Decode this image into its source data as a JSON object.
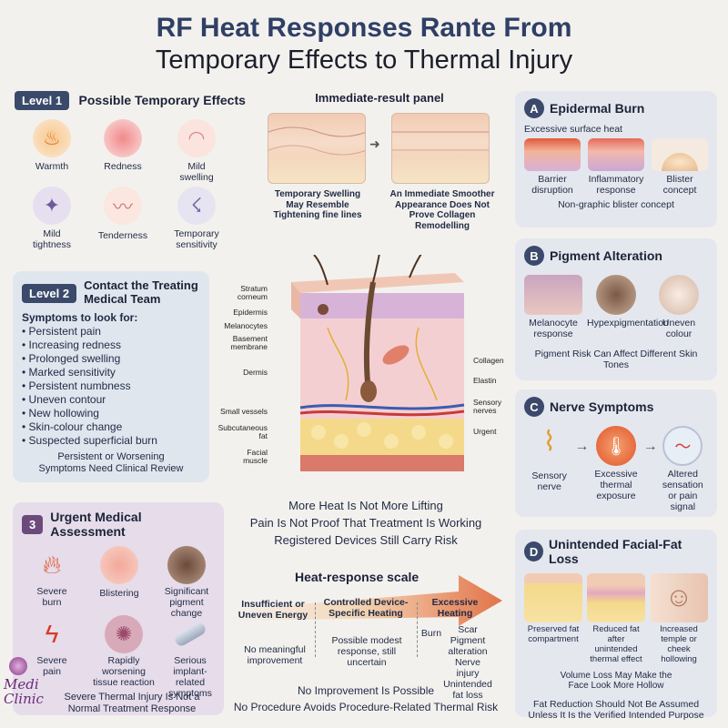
{
  "title_line1": "RF Heat Responses Rante From",
  "title_line2": "Temporary Effects to Thermal Injury",
  "level1": {
    "badge": "Level 1",
    "heading": "Possible Temporary Effects",
    "items": [
      "Warmth",
      "Redness",
      "Mild swelling",
      "Mild tightness",
      "Tenderness",
      "Temporary sensitivity"
    ]
  },
  "level2": {
    "badge": "Level 2",
    "heading": "Contact the Treating Medical Team",
    "symptoms_title": "Symptoms to look for:",
    "symptoms": [
      "Persistent pain",
      "Increasing redness",
      "Prolonged swelling",
      "Marked sensitivity",
      "Persistent numbness",
      "Uneven contour",
      "New hollowing",
      "Skin-colour change",
      "Suspected superficial burn"
    ],
    "footer": "Persistent or Worsening Symptoms Need Clinical Review"
  },
  "level3": {
    "badge": "3",
    "heading": "Urgent Medical Assessment",
    "items": [
      "Severe burn",
      "Blistering",
      "Significant pigment change",
      "Severe pain",
      "Rapidly worsening tissue reaction",
      "Serious implant-related symptoms"
    ],
    "footer": "Severe Thermal Injury Is Not a Normal Treatment Response"
  },
  "immediate": {
    "title": "Immediate-result panel",
    "left_caption": "Temporary Swelling May Resemble Tightening fine lines",
    "right_caption": "An Immediate Smoother Appearance Does Not Prove Collagen Remodelling"
  },
  "skin_labels_left": [
    "Stratum corneum",
    "Epidermis",
    "Melanocytes",
    "Basement membrane",
    "Dermis",
    "Small vessels",
    "Subcutaneous fat",
    "Facial muscle"
  ],
  "skin_labels_right": [
    "Collagen",
    "Elastin",
    "Sensory nerves",
    "Urgent"
  ],
  "center_messages": [
    "More Heat Is Not More Lifting",
    "Pain Is Not Proof That Treatment Is Working",
    "Registered Devices Still Carry Risk"
  ],
  "scale": {
    "title": "Heat-response scale",
    "col1_head": "Insufficient or Uneven Energy",
    "col1_body": "No meaningful improvement",
    "col2_head": "Controlled Device-Specific Heating",
    "col2_body": "Possible modest response, still uncertain",
    "col3_head": "Excessive Heating",
    "col3_burn": "Burn",
    "col3_list": "Scar Pigment alteration Nerve injury Unintended fat loss",
    "footer1": "No Improvement Is Possible",
    "footer2": "No Procedure Avoids Procedure-Related Thermal Risk"
  },
  "panelA": {
    "letter": "A",
    "heading": "Epidermal Burn",
    "sub": "Excessive surface heat",
    "items": [
      "Barrier disruption",
      "Inflammatory response",
      "Blister concept"
    ],
    "footer": "Non-graphic blister concept"
  },
  "panelB": {
    "letter": "B",
    "heading": "Pigment Alteration",
    "items": [
      "Melanocyte response",
      "Hypexpigmentation",
      "Uneven colour"
    ],
    "footer": "Pigment Risk Can Affect Different Skin Tones"
  },
  "panelC": {
    "letter": "C",
    "heading": "Nerve Symptoms",
    "items": [
      "Sensory nerve",
      "Excessive thermal exposure",
      "Altered sensation or pain signal"
    ]
  },
  "panelD": {
    "letter": "D",
    "heading": "Unintended Facial-Fat Loss",
    "items": [
      "Preserved fat compartment",
      "Reduced fat after unintended thermal effect",
      "Increased temple or cheek hollowing"
    ],
    "footer_a": "Volume Loss May Make the Face Look More Hollow",
    "footer_b": "Fat Reduction Should Not Be Assumed Unless It Is the Verified Intended Purpose"
  },
  "logo_text": "Medi Clinic",
  "colors": {
    "navy": "#3b4a6b",
    "level2_bg": "#dfe6ee",
    "level3_bg": "#e6dcea",
    "right_bg": "#e5e7ee",
    "arrow": "#e2744a"
  }
}
